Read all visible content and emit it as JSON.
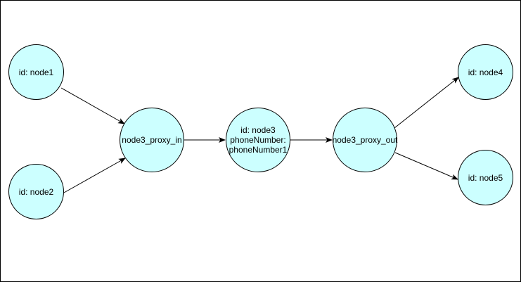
{
  "diagram": {
    "colors": {
      "node_fill": "#ccffff",
      "stroke": "#000000",
      "background": "#ffffff"
    },
    "nodes": {
      "node1": {
        "lines": [
          "id: node1"
        ]
      },
      "node2": {
        "lines": [
          "id: node2"
        ]
      },
      "proxy_in": {
        "lines": [
          "node3_proxy_in"
        ]
      },
      "node3": {
        "lines": [
          "id: node3",
          "phoneNumber:",
          "phoneNumber1"
        ]
      },
      "proxy_out": {
        "lines": [
          "node3_proxy_out"
        ]
      },
      "node4": {
        "lines": [
          "id: node4"
        ]
      },
      "node5": {
        "lines": [
          "id: node5"
        ]
      }
    },
    "edges": [
      {
        "from": "node1",
        "to": "proxy_in"
      },
      {
        "from": "node2",
        "to": "proxy_in"
      },
      {
        "from": "proxy_in",
        "to": "node3"
      },
      {
        "from": "node3",
        "to": "proxy_out"
      },
      {
        "from": "proxy_out",
        "to": "node4"
      },
      {
        "from": "proxy_out",
        "to": "node5"
      }
    ]
  }
}
